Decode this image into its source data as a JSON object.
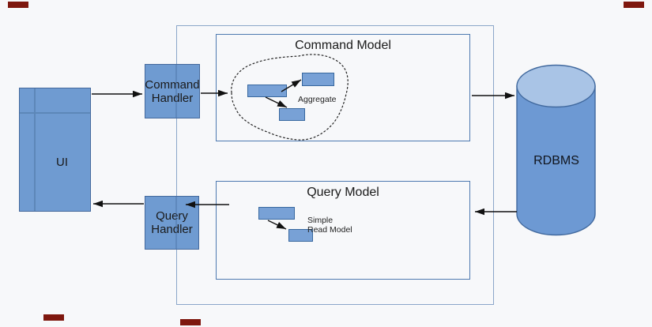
{
  "nodes": {
    "ui": {
      "label": "UI"
    },
    "command_handler": {
      "label": "Command\nHandler"
    },
    "query_handler": {
      "label": "Query\nHandler"
    },
    "rdbms": {
      "label": "RDBMS"
    }
  },
  "containers": {
    "command_model": {
      "title": "Command Model"
    },
    "query_model": {
      "title": "Query Model"
    }
  },
  "annotations": {
    "aggregate": "Aggregate",
    "read_model": "Simple\nRead Model"
  },
  "colors": {
    "background": "#f7f8fa",
    "node_fill": "#6f9bd1",
    "node_border": "#44699c",
    "container_border": "#8ba6c9",
    "model_border": "#4d79b0",
    "cylinder_body": "#6d99d3",
    "cylinder_top": "#a9c4e6",
    "arrow": "#111111",
    "text": "#1a1a1a",
    "corner_mark": "#7e170e"
  }
}
